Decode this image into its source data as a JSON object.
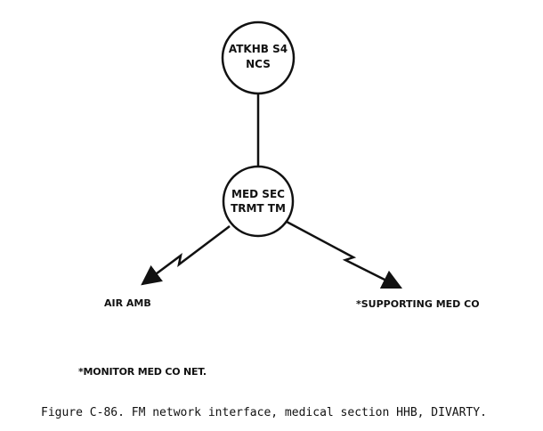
{
  "nodes": {
    "top": {
      "line1": "ATKHB S4",
      "line2": "NCS"
    },
    "center": {
      "line1": "MED SEC",
      "line2": "TRMT TM"
    }
  },
  "endpoints": {
    "left": "AIR AMB",
    "right": "*SUPPORTING MED CO"
  },
  "footnote": "*MONITOR MED CO NET.",
  "caption": "Figure C-86. FM network interface, medical section HHB, DIVARTY."
}
